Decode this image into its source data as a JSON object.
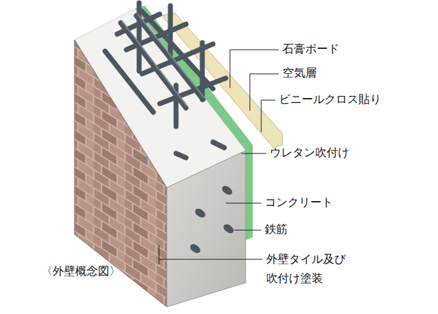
{
  "diagram": {
    "caption": "〈外壁概念図〉",
    "labels": [
      "石膏ボード",
      "空気層",
      "ビニールクロス貼り",
      "ウレタン吹付け",
      "コンクリート",
      "鉄筋",
      "外壁タイル及び 吹付け塗装"
    ]
  }
}
